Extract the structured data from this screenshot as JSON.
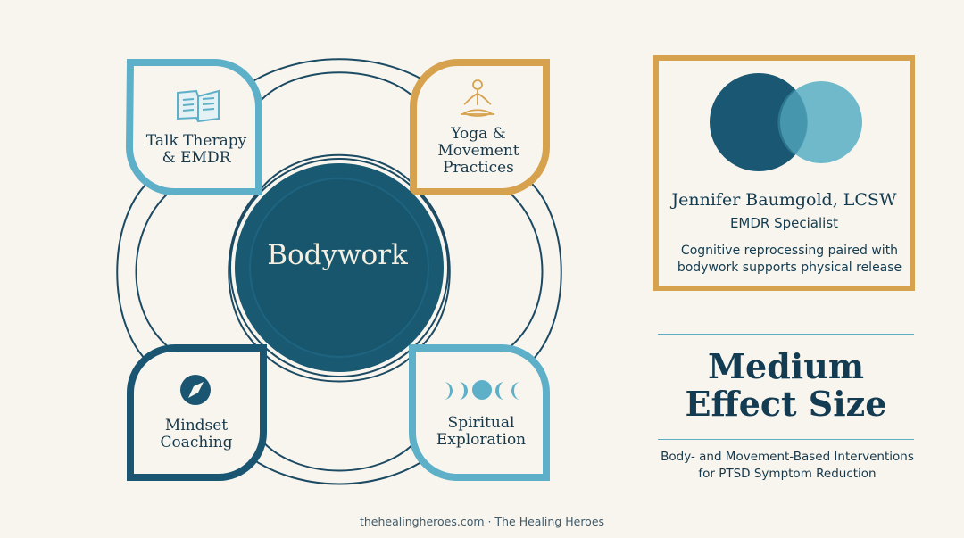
{
  "diagram": {
    "center": {
      "label": "Bodywork"
    },
    "petals": [
      {
        "label": "Talk Therapy & EMDR",
        "icon": "open-book-icon",
        "color": "#5eb0c9"
      },
      {
        "label": "Yoga & Movement Practices",
        "icon": "meditation-figure-icon",
        "color": "#d6a24d"
      },
      {
        "label": "Mindset Coaching",
        "icon": "compass-icon",
        "color": "#1a5572"
      },
      {
        "label": "Spiritual Exploration",
        "icon": "moon-phases-icon",
        "color": "#5eb0c9"
      }
    ],
    "center_color": "#195a72",
    "line_color": "#1b4a62"
  },
  "card": {
    "name": "Jennifer Baumgold, LCSW",
    "role": "EMDR Specialist",
    "description": "Cognitive reprocessing paired with bodywork supports physical release",
    "border_color": "#d6a24d",
    "circle_left_color": "#1a5773",
    "circle_right_color": "#5fb3c7"
  },
  "stat": {
    "headline": "Medium Effect Size",
    "subtitle": "Body- and Movement-Based Interventions for PTSD Symptom Reduction"
  },
  "footer": {
    "text": "thehealingheroes.com · The Healing Heroes"
  }
}
